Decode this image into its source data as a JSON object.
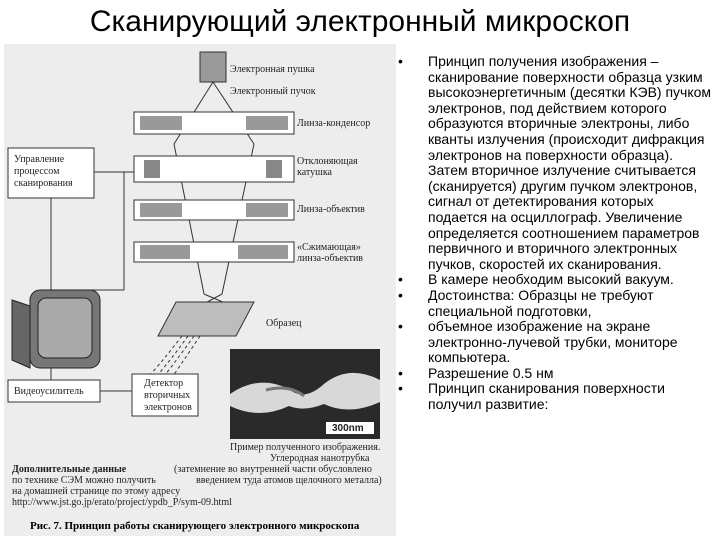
{
  "slide": {
    "title": "Сканирующий электронный микроскоп"
  },
  "figure": {
    "labels": {
      "gun": "Электронная пушка",
      "beam": "Электронный пучок",
      "condenser": "Линза-конденсор",
      "deflect_1": "Отклоняющая",
      "deflect_2": "катушка",
      "objective": "Линза-объектив",
      "compress_1": "«Сжимающая»",
      "compress_2": "линза-объектив",
      "sample": "Образец",
      "control_1": "Управление",
      "control_2": "процессом",
      "control_3": "сканирования",
      "amplifier": "Видеоусилитель",
      "detector_1": "Детектор",
      "detector_2": "вторичных",
      "detector_3": "электронов",
      "scale": "300nm",
      "example_1": "Пример полученного изображения.",
      "example_2": "Углеродная нанотрубка",
      "example_3": "(затемнение во внутренней части обусловлено",
      "example_4": "введением туда атомов щелочного металла)",
      "extra_1": "Дополнительные данные",
      "extra_2": "по технике СЭМ можно получить",
      "extra_3": "на домашней странице по этому адресу",
      "extra_4": "http://www.jst.go.jp/erato/project/ypdb_P/sym-09.html"
    },
    "caption": "Рис. 7. Принцип работы сканирующего электронного микроскопа"
  },
  "bullets": [
    {
      "marker": "•",
      "text": "Принцип получения изображения – сканирование поверхности образца узким высокоэнергетичным (десятки КЭВ) пучком электронов, под действием которого образуются вторичные электроны, либо кванты излучения (происходит дифракция электронов на поверхности образца). Затем вторичное излучение считывается (сканируется) другим пучком электронов, сигнал от детектирования которых подается на осциллограф. Увеличение определяется соотношением параметров первичного и вторичного электронных пучков, скоростей их сканирования."
    },
    {
      "marker": "•",
      "text": "В камере необходим высокий вакуум."
    },
    {
      "marker": "•",
      "text": "Достоинства: Образцы не требуют специальной подготовки,"
    },
    {
      "marker": "•",
      "text": "объемное изображение на экране электронно-лучевой трубки, мониторе компьютера."
    },
    {
      "marker": "•",
      "text": "Разрешение 0.5 нм"
    },
    {
      "marker": "•",
      "text": "Принцип сканирования поверхности получил развитие:"
    }
  ]
}
